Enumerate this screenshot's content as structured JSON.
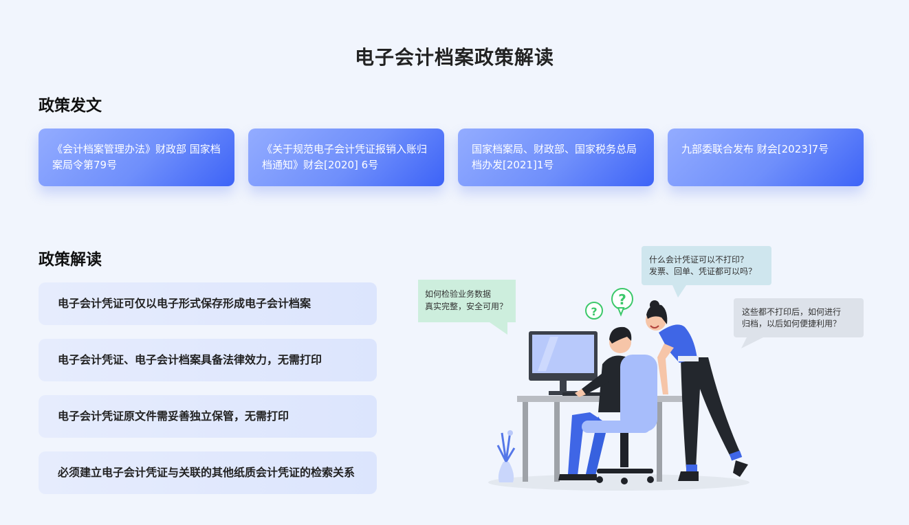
{
  "page": {
    "title": "电子会计档案政策解读"
  },
  "policy_docs": {
    "heading": "政策发文",
    "items": [
      {
        "label": "《会计档案管理办法》财政部 国家档案局令第79号"
      },
      {
        "label": "《关于规范电子会计凭证报销入账归档通知》财会[2020] 6号"
      },
      {
        "label": "国家档案局、财政部、国家税务总局档办发[2021]1号"
      },
      {
        "label": "九部委联合发布 财会[2023]7号"
      }
    ]
  },
  "policy_reading": {
    "heading": "政策解读",
    "items": [
      {
        "label": "电子会计凭证可仅以电子形式保存形成电子会计档案"
      },
      {
        "label": "电子会计凭证、电子会计档案具备法律效力，无需打印"
      },
      {
        "label": "电子会计凭证原文件需妥善独立保管，无需打印"
      },
      {
        "label": "必须建立电子会计凭证与关联的其他纸质会计凭证的检索关系"
      }
    ]
  },
  "illustration": {
    "bubble_left": {
      "line1": "如何检验业务数据",
      "line2": "真实完整，安全可用？"
    },
    "bubble_top": {
      "line1": "什么会计凭证可以不打印？",
      "line2": "发票、回单、凭证都可以吗？"
    },
    "bubble_right": {
      "line1": "这些都不打印后，如何进行",
      "line2": "归档，以后如何便捷利用？"
    },
    "question_mark": "?"
  },
  "colors": {
    "accent": "#3d63f7",
    "card_light": "#93acff",
    "bg": "#f1f5fd"
  }
}
